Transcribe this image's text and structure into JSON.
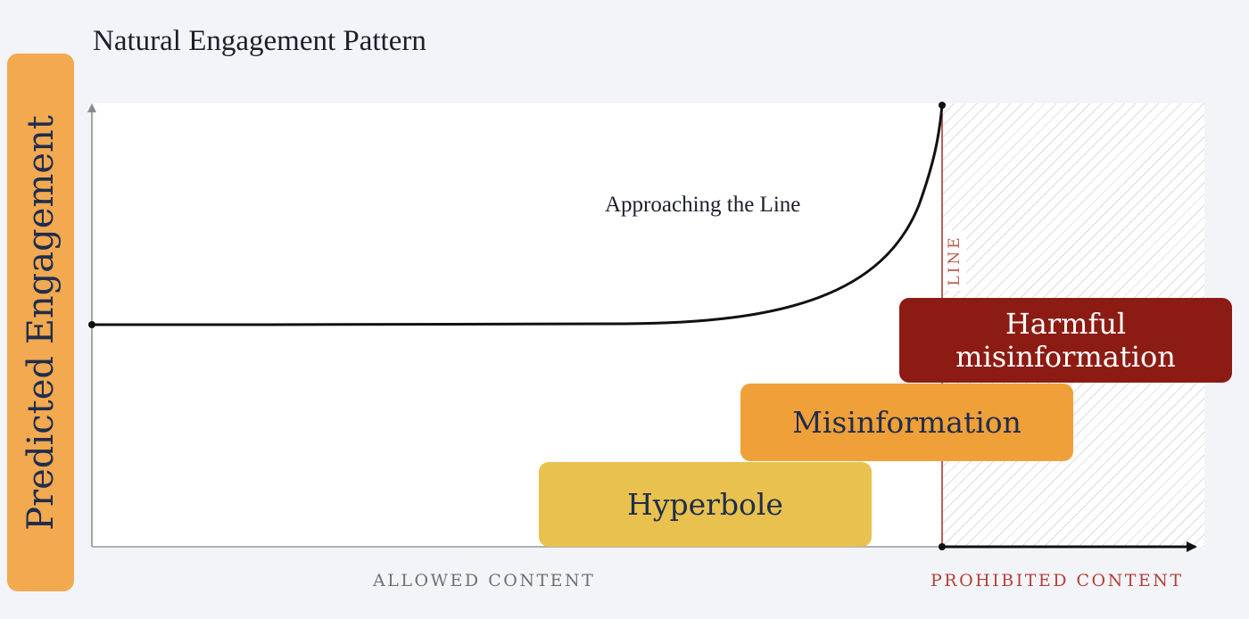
{
  "title": "Natural Engagement Pattern",
  "y_axis_label": "Predicted Engagement",
  "curve_label": "Approaching the Line",
  "line_label": "LINE",
  "x_labels": {
    "allowed": "ALLOWED CONTENT",
    "prohibited": "PROHIBITED CONTENT"
  },
  "categories": [
    {
      "id": "hyperbole",
      "label": "Hyperbole"
    },
    {
      "id": "misinformation",
      "label": "Misinformation"
    },
    {
      "id": "harmful",
      "label": "Harmful misinformation"
    }
  ],
  "colors": {
    "background": "#f3f4f8",
    "ylabel_box": "#f2a950",
    "hyperbole": "#e8c14e",
    "misinformation": "#f0a038",
    "harmful": "#8c1c13",
    "line": "#c0605a",
    "text_dark": "#1f2d4d"
  }
}
